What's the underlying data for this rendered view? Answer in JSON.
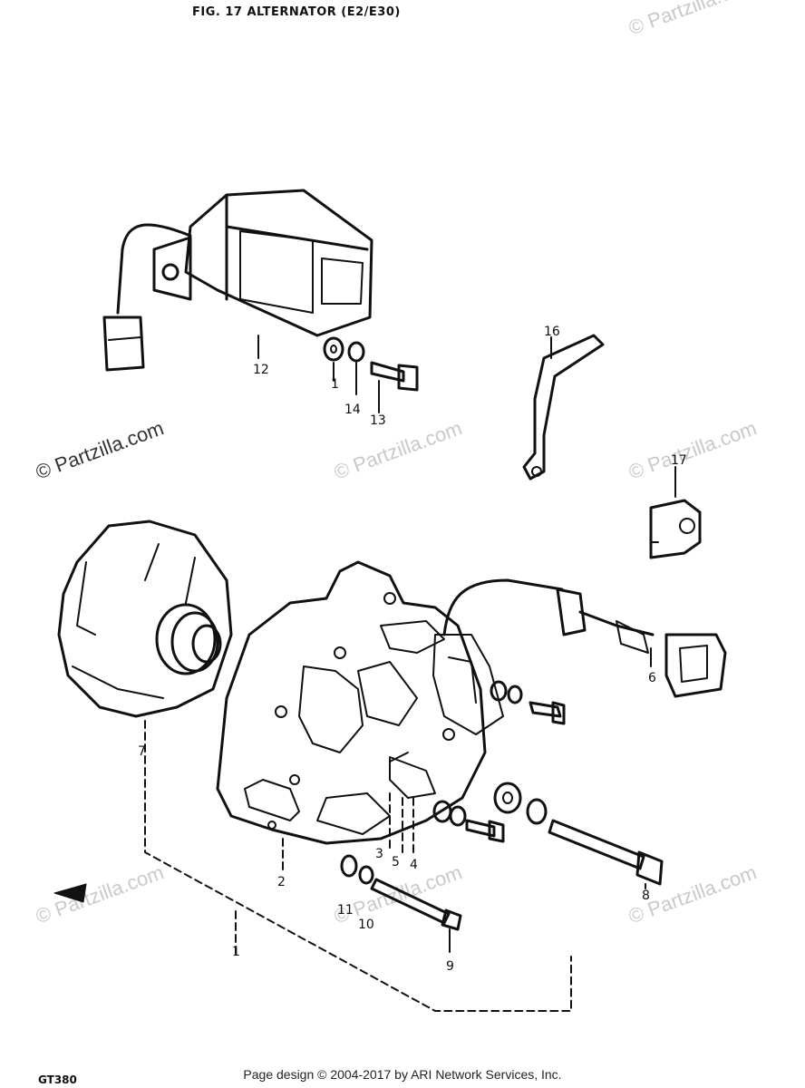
{
  "header": {
    "title": "FIG. 17  ALTERNATOR (E2/E30)"
  },
  "watermarks": [
    "© Partzilla.com",
    "© Partzilla.com",
    "© Partzilla.com",
    "© Partzilla.com",
    "© Partzilla.com",
    "© Partzilla.com",
    "© Partzilla.com"
  ],
  "diagram": {
    "callouts": [
      "12",
      "1",
      "14",
      "13",
      "16",
      "17",
      "7",
      "6",
      "2",
      "3",
      "5",
      "4",
      "8",
      "11",
      "10",
      "9",
      "1"
    ]
  },
  "footer": {
    "copyright": "Page design © 2004-2017 by ARI Network Services, Inc.",
    "model": "GT380"
  }
}
